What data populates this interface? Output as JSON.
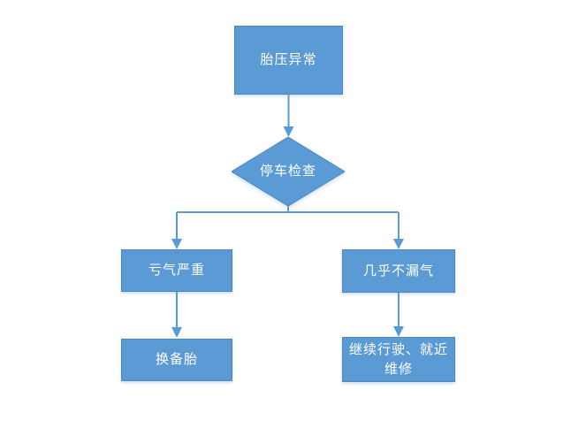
{
  "diagram": {
    "type": "flowchart",
    "topic": "tire-pressure-troubleshooting",
    "theme": {
      "shape_fill": "#5b9bd5",
      "shape_border": "#4f86c0",
      "connector_color": "#5b9bd5",
      "text_color": "#ffffff",
      "background": "#ffffff"
    },
    "nodes": [
      {
        "id": "start",
        "shape": "rectangle",
        "label": "胎压异常"
      },
      {
        "id": "check",
        "shape": "diamond",
        "label": "停车检查"
      },
      {
        "id": "severe",
        "shape": "rectangle",
        "label": "亏气严重"
      },
      {
        "id": "noleak",
        "shape": "rectangle",
        "label": "几乎不漏气"
      },
      {
        "id": "spare",
        "shape": "rectangle",
        "label": "换备胎"
      },
      {
        "id": "repair",
        "shape": "rectangle",
        "label": "继续行驶、就近维修"
      }
    ],
    "edges": [
      {
        "from": "start",
        "to": "check",
        "style": "arrow"
      },
      {
        "from": "check",
        "to": "severe",
        "style": "arrow"
      },
      {
        "from": "check",
        "to": "noleak",
        "style": "arrow"
      },
      {
        "from": "severe",
        "to": "spare",
        "style": "arrow"
      },
      {
        "from": "noleak",
        "to": "repair",
        "style": "arrow"
      }
    ]
  }
}
